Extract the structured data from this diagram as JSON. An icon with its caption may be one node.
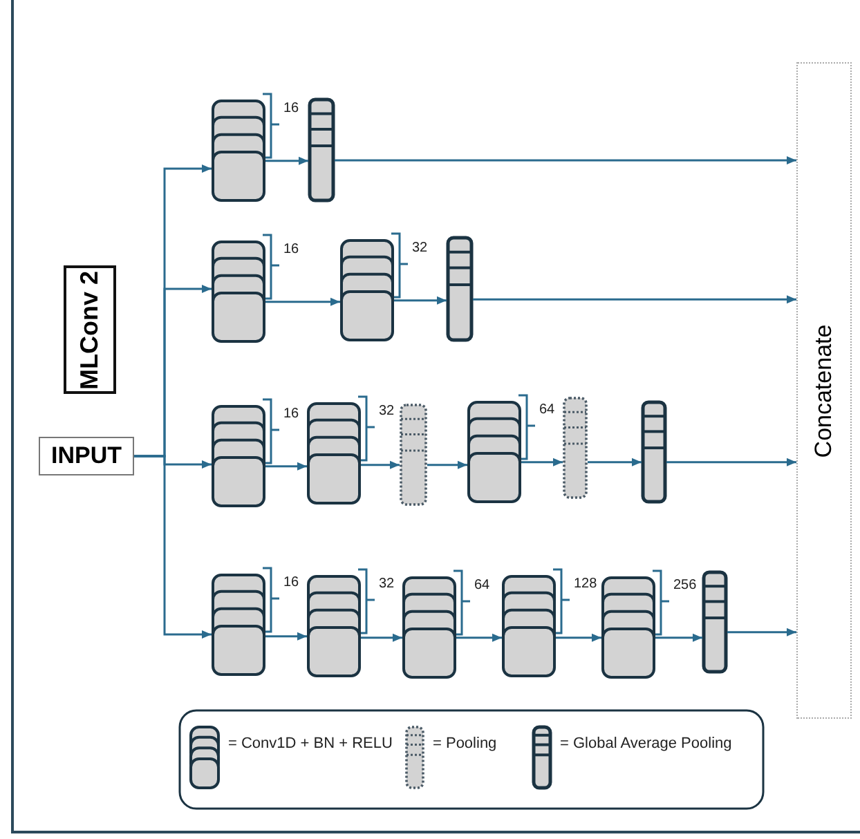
{
  "diagram": {
    "nodes": [
      {
        "text": [
          "MLConv 2"
        ]
      },
      {
        "text": [
          "INPUT"
        ]
      },
      {
        "text": [
          "Concatenate"
        ]
      },
      {
        "text": [],
        "shape": "box"
      },
      {
        "text": [],
        "shape": "bar"
      },
      {
        "text": [],
        "shape": "box"
      },
      {
        "text": [],
        "shape": "box"
      },
      {
        "text": [],
        "shape": "bar"
      },
      {
        "text": [],
        "shape": "box"
      },
      {
        "text": [],
        "shape": "box"
      },
      {
        "text": [],
        "shape": "bar"
      },
      {
        "text": [],
        "shape": "box"
      },
      {
        "text": [],
        "shape": "bar"
      },
      {
        "text": [],
        "shape": "bar"
      },
      {
        "text": [],
        "shape": "box"
      },
      {
        "text": [],
        "shape": "box"
      },
      {
        "text": [],
        "shape": "box"
      },
      {
        "text": [],
        "shape": "box"
      },
      {
        "text": [],
        "shape": "box"
      },
      {
        "text": [],
        "shape": "bar"
      }
    ],
    "labels": [
      "16",
      "16",
      "32",
      "16",
      "32",
      "64",
      "16",
      "32",
      "64",
      "128",
      "256"
    ],
    "edges": [
      {
        "from": 1,
        "to": 3,
        "arrow": "to"
      },
      {
        "from": 1,
        "to": 5,
        "arrow": "to"
      },
      {
        "from": 1,
        "to": 8,
        "arrow": "to"
      },
      {
        "from": 1,
        "to": 14,
        "arrow": "to"
      },
      {
        "from": 3,
        "to": 4,
        "arrow": "to"
      },
      {
        "from": 4,
        "to": 2,
        "arrow": "to"
      },
      {
        "from": 5,
        "to": 6,
        "arrow": "to"
      },
      {
        "from": 6,
        "to": 7,
        "arrow": "to"
      },
      {
        "from": 7,
        "to": 2,
        "arrow": "to"
      },
      {
        "from": 8,
        "to": 9,
        "arrow": "to"
      },
      {
        "from": 9,
        "to": 10,
        "arrow": "to"
      },
      {
        "from": 10,
        "to": 11,
        "arrow": "to"
      },
      {
        "from": 11,
        "to": 12,
        "arrow": "to"
      },
      {
        "from": 12,
        "to": 13,
        "arrow": "to"
      },
      {
        "from": 13,
        "to": 2,
        "arrow": "to"
      },
      {
        "from": 14,
        "to": 15,
        "arrow": "to"
      },
      {
        "from": 15,
        "to": 16,
        "arrow": "to"
      },
      {
        "from": 16,
        "to": 17,
        "arrow": "to"
      },
      {
        "from": 17,
        "to": 18,
        "arrow": "to"
      },
      {
        "from": 18,
        "to": 19,
        "arrow": "to"
      },
      {
        "from": 19,
        "to": 2,
        "arrow": "to"
      }
    ],
    "legend": [
      {
        "text": "= Conv1D + BN + RELU"
      },
      {
        "text": "= Pooling"
      },
      {
        "text": "= Global Average Pooling"
      }
    ]
  }
}
